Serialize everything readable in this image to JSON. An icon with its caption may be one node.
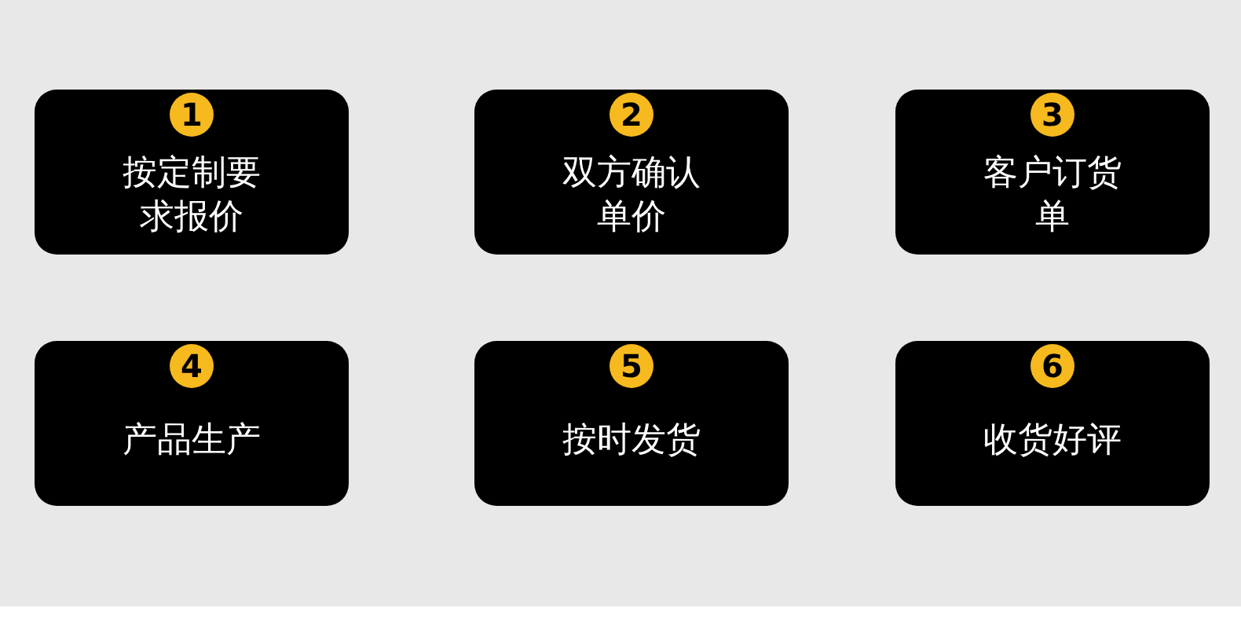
{
  "diagram": {
    "nodes": [
      {
        "text": [
          "按定制要求报价"
        ]
      },
      {
        "text": [
          "1"
        ],
        "in": 0
      },
      {
        "text": [
          "双方确认单价"
        ]
      },
      {
        "text": [
          "2"
        ],
        "in": 2
      },
      {
        "text": [
          "客户订货单"
        ]
      },
      {
        "text": [
          "3"
        ],
        "in": 4
      },
      {
        "text": [
          "产品生产"
        ]
      },
      {
        "text": [
          "4"
        ],
        "in": 6
      },
      {
        "text": [
          "按时发货"
        ]
      },
      {
        "text": [
          "5"
        ],
        "in": 8
      },
      {
        "text": [
          "收货好评"
        ]
      },
      {
        "text": [
          "6"
        ],
        "in": 10
      }
    ]
  }
}
